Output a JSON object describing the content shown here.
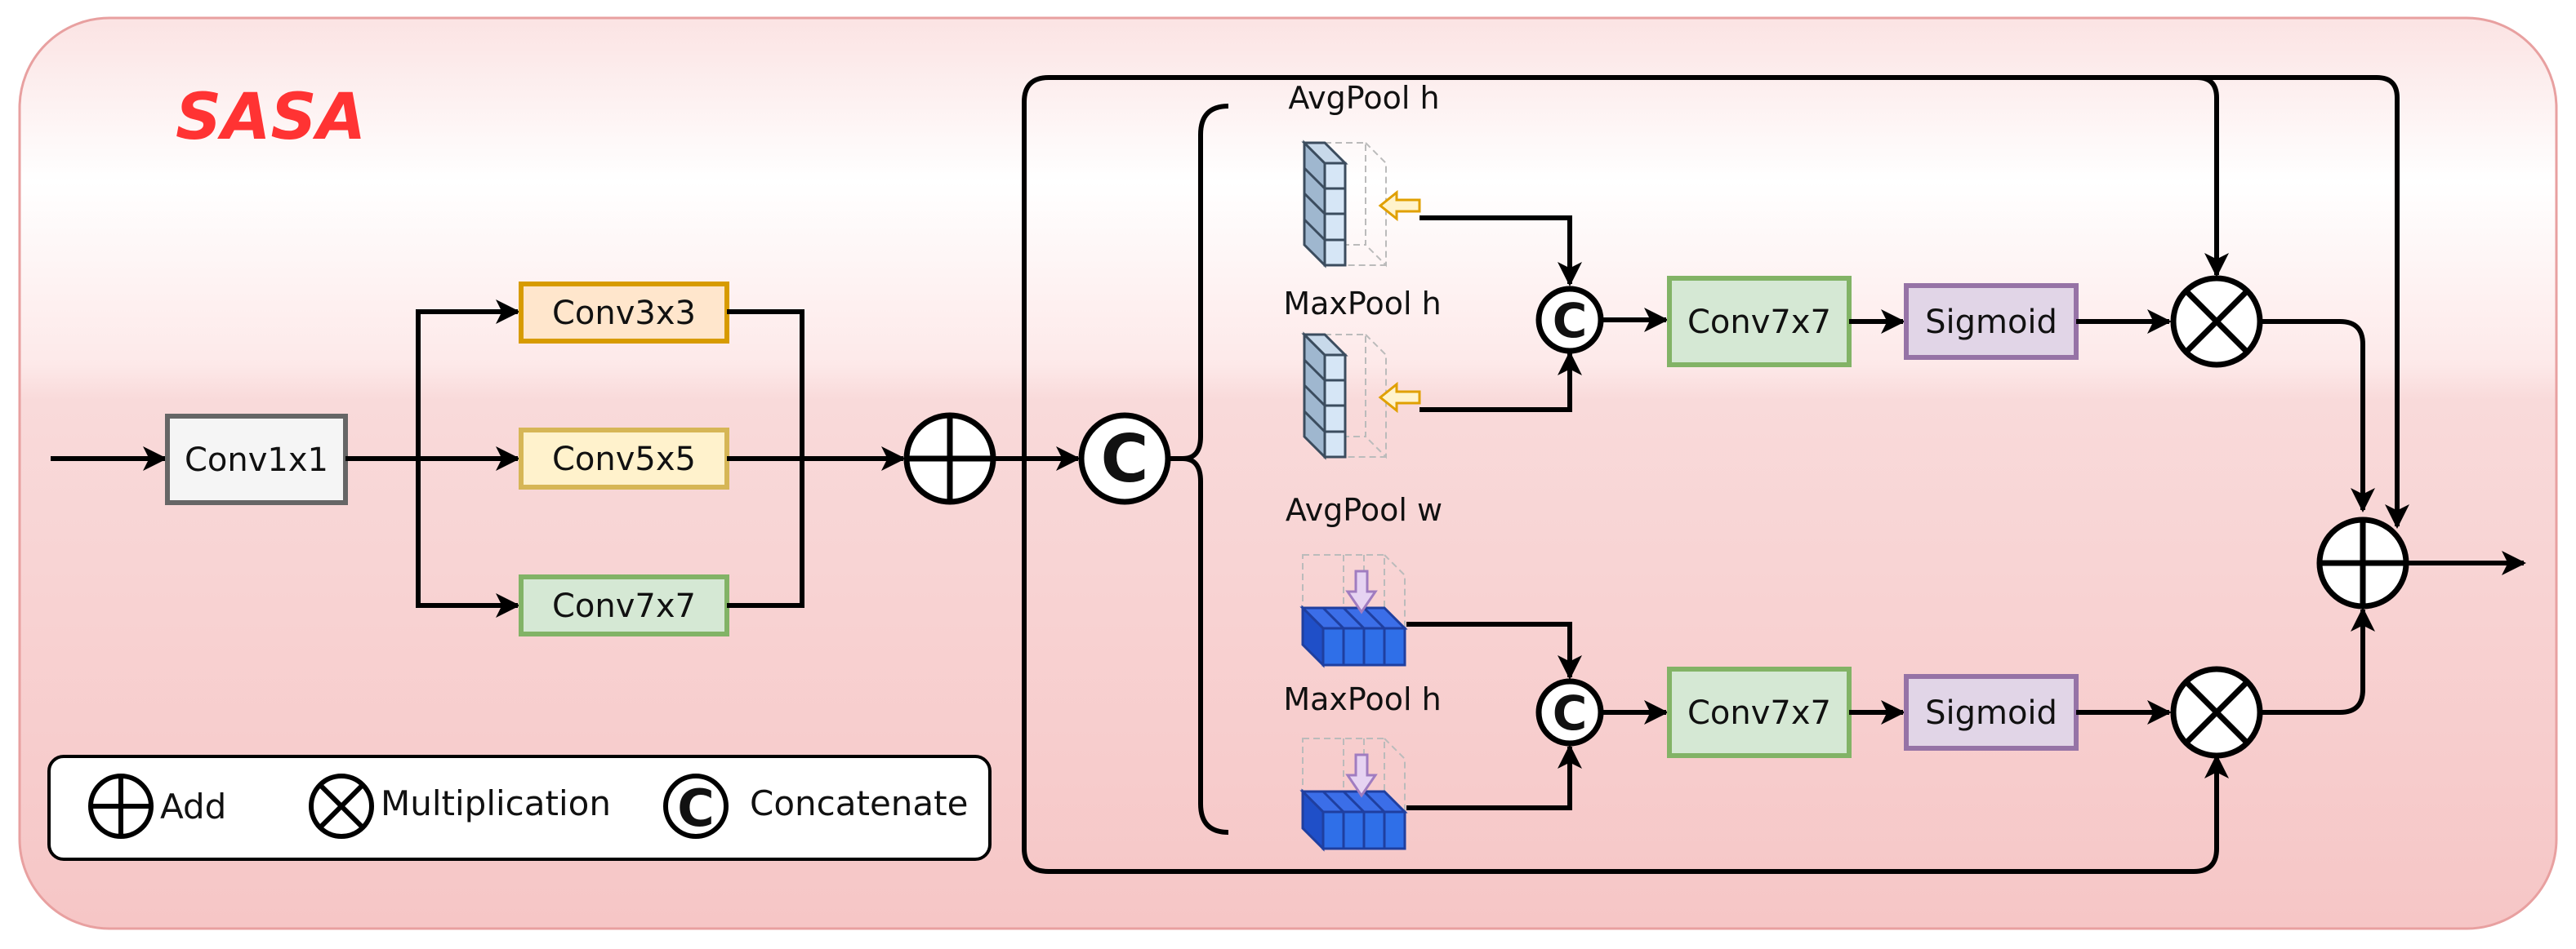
{
  "title": "SASA",
  "colors": {
    "title": "#ff3333",
    "panel_border": "#e8a0a0",
    "panel_top": "#ffffff",
    "panel_bottom": "#f6c8c8",
    "conv1_fill": "#f5f5f5",
    "conv1_stroke": "#666666",
    "conv3_fill": "#ffe6cc",
    "conv3_stroke": "#d79b00",
    "conv5_fill": "#fff2cc",
    "conv5_stroke": "#d6b656",
    "conv7_fill": "#d5e8d4",
    "conv7_stroke": "#82b366",
    "sig_fill": "#e1d5e7",
    "sig_stroke": "#9673a6",
    "block_light": "#d6e6f6",
    "block_blue": "#2f6fe8",
    "arrow_orange": "#f0a30a",
    "arrow_purple": "#c9a8e0"
  },
  "blocks": {
    "conv1": "Conv1x1",
    "conv3": "Conv3x3",
    "conv5": "Conv5x5",
    "conv7_left": "Conv7x7",
    "conv7_top": "Conv7x7",
    "conv7_bottom": "Conv7x7",
    "sigmoid_top": "Sigmoid",
    "sigmoid_bottom": "Sigmoid"
  },
  "pool_labels": {
    "avg_h": "AvgPool h",
    "max_h": "MaxPool h",
    "avg_w": "AvgPool w",
    "max_h2": "MaxPool h"
  },
  "concat_symbol": "C",
  "legend": {
    "add": "Add",
    "multiplication": "Multiplication",
    "concatenate": "Concatenate"
  }
}
